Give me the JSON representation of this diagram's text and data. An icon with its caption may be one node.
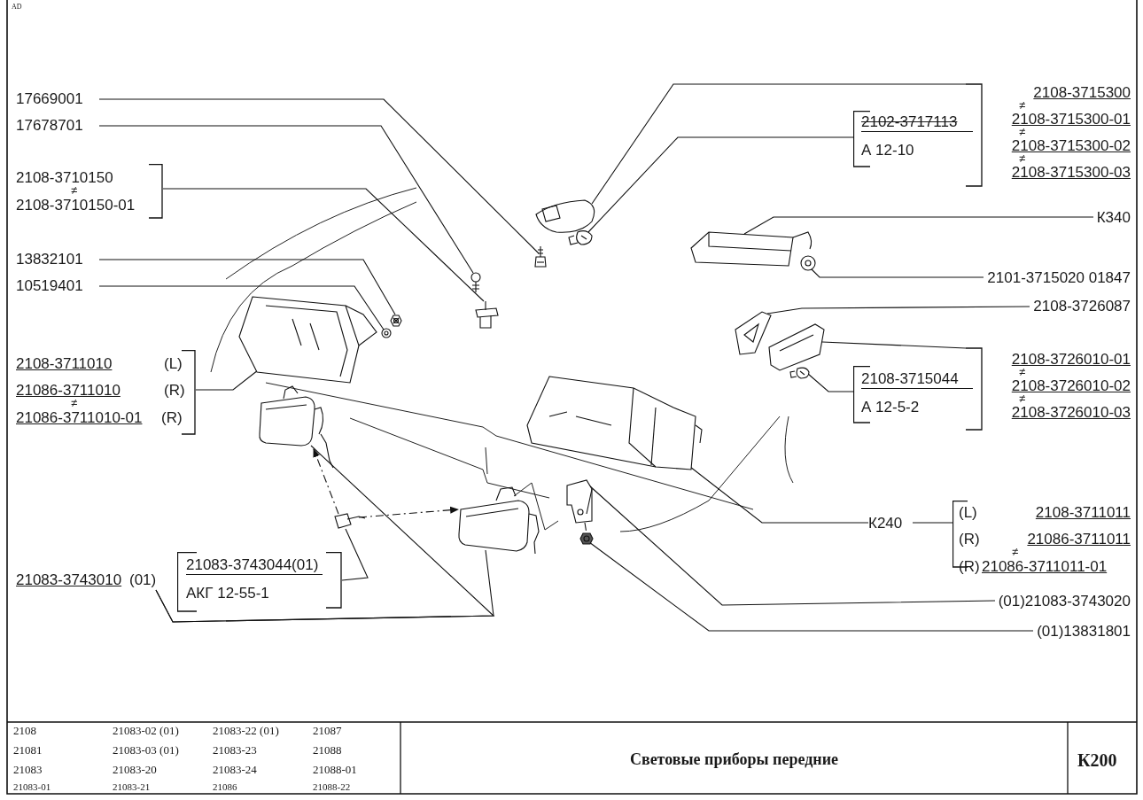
{
  "diagram": {
    "title": "Световые приборы передние",
    "nodes": [
      {
        "text": [
          "17669001"
        ]
      },
      {
        "text": [
          "17678701"
        ]
      },
      {
        "text": [
          "2108-3710150",
          "≠",
          "2108-3710150-01"
        ]
      },
      {
        "text": [
          "13832101"
        ]
      },
      {
        "text": [
          "10519401"
        ]
      },
      {
        "text": [
          "2108-3711010",
          "(L)",
          "21086-3711010",
          "(R)",
          "≠",
          "21086-3711010-01",
          "(R)"
        ]
      },
      {
        "text": [
          "21083-3743010",
          "(01)"
        ]
      },
      {
        "text": [
          "21083-3743044(01)",
          "АКГ 12-55-1"
        ]
      },
      {
        "text": [
          "2102-3717113",
          "А 12-10"
        ]
      },
      {
        "text": [
          "2108-3715300",
          "≠",
          "2108-3715300-01",
          "≠",
          "2108-3715300-02",
          "≠",
          "2108-3715300-03"
        ]
      },
      {
        "text": [
          "К340"
        ]
      },
      {
        "text": [
          "2101-3715020 01847"
        ]
      },
      {
        "text": [
          "2108-3726087"
        ]
      },
      {
        "text": [
          "2108-3715044",
          "А 12-5-2"
        ]
      },
      {
        "text": [
          "2108-3726010-01",
          "≠",
          "2108-3726010-02",
          "≠",
          "2108-3726010-03"
        ]
      },
      {
        "text": [
          "К240"
        ]
      },
      {
        "text": [
          "(L)",
          "2108-3711011",
          "(R)",
          "21086-3711011",
          "≠",
          "(R)",
          "21086-3711011-01"
        ]
      },
      {
        "text": [
          "(01)21083-3743020"
        ]
      },
      {
        "text": [
          "(01)13831801"
        ]
      },
      {
        "text": [],
        "shape": "picture"
      },
      {
        "text": [],
        "shape": "picture"
      },
      {
        "text": [],
        "shape": "picture"
      },
      {
        "text": [],
        "shape": "picture"
      },
      {
        "text": [],
        "shape": "picture"
      },
      {
        "text": [],
        "shape": "picture"
      },
      {
        "text": [],
        "shape": "picture"
      },
      {
        "text": [],
        "shape": "picture"
      },
      {
        "text": [],
        "shape": "picture"
      },
      {
        "text": [],
        "shape": "picture"
      },
      {
        "text": [],
        "shape": "picture"
      },
      {
        "text": [],
        "shape": "picture"
      },
      {
        "text": [],
        "shape": "picture"
      },
      {
        "text": [],
        "shape": "picture"
      },
      {
        "text": [],
        "shape": "picture"
      },
      {
        "text": [],
        "shape": "picture"
      },
      {
        "text": [],
        "shape": "picture"
      },
      {
        "text": [],
        "shape": "picture"
      },
      {
        "text": [],
        "shape": "picture"
      }
    ],
    "edges": [
      {
        "from": 0,
        "to": 27,
        "arrow": "none"
      },
      {
        "from": 1,
        "to": 24,
        "arrow": "none"
      },
      {
        "from": 2,
        "to": 25,
        "arrow": "none"
      },
      {
        "from": 3,
        "to": 23,
        "arrow": "none"
      },
      {
        "from": 4,
        "to": 22,
        "arrow": "none"
      },
      {
        "from": 5,
        "to": 20,
        "arrow": "none"
      },
      {
        "from": 6,
        "to": 19,
        "arrow": "none"
      },
      {
        "from": 6,
        "to": 26,
        "arrow": "none"
      },
      {
        "from": 7,
        "to": 21,
        "arrow": "none"
      },
      {
        "from": 21,
        "to": 19,
        "arrow": "to",
        "style": "dashed"
      },
      {
        "from": 21,
        "to": 26,
        "arrow": "to",
        "style": "dashed"
      },
      {
        "from": 8,
        "to": 30,
        "arrow": "none"
      },
      {
        "from": 9,
        "to": 28,
        "arrow": "none"
      },
      {
        "from": 10,
        "to": 33,
        "arrow": "none"
      },
      {
        "from": 11,
        "to": 37,
        "arrow": "none"
      },
      {
        "from": 12,
        "to": 34,
        "arrow": "none"
      },
      {
        "from": 13,
        "to": 36,
        "arrow": "none"
      },
      {
        "from": 14,
        "to": 35,
        "arrow": "none"
      },
      {
        "from": 15,
        "to": 32,
        "arrow": "none"
      },
      {
        "from": 15,
        "to": 16,
        "arrow": "none"
      },
      {
        "from": 17,
        "to": 29,
        "arrow": "none"
      },
      {
        "from": 18,
        "to": 31,
        "arrow": "none"
      },
      {
        "from": 29,
        "to": 31,
        "arrow": "none",
        "style": "dashed"
      }
    ],
    "labels": [
      "AD",
      "2108",
      "21083-02 (01)",
      "21083-22 (01)",
      "21087",
      "21081",
      "21083-03 (01)",
      "21083-23",
      "21088",
      "21083",
      "21083-20",
      "21083-24",
      "21088-01",
      "21083-01",
      "21083-21",
      "21086",
      "21088-22",
      "К200"
    ]
  }
}
